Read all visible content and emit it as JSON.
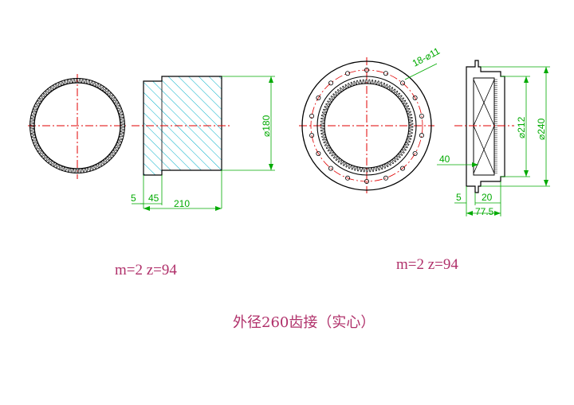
{
  "left_view": {
    "dimensions": {
      "diameter": "⌀180",
      "offset_small": "5",
      "width_step": "45",
      "total_length": "210"
    },
    "gear_spec": "m=2  z=94"
  },
  "right_view": {
    "hole_spec": "18-⌀11",
    "dimensions": {
      "diameter_inner": "⌀212",
      "diameter_outer": "⌀240",
      "depth": "40",
      "offset_small": "5",
      "flange": "20",
      "total_width": "77.5"
    },
    "gear_spec": "m=2  z=94"
  },
  "caption": "外径260齿接（实心）",
  "colors": {
    "outline": "#000000",
    "centerline": "#e00000",
    "dimension": "#00aa00",
    "hatch": "#00b0c8",
    "text_note": "#b0306a"
  }
}
